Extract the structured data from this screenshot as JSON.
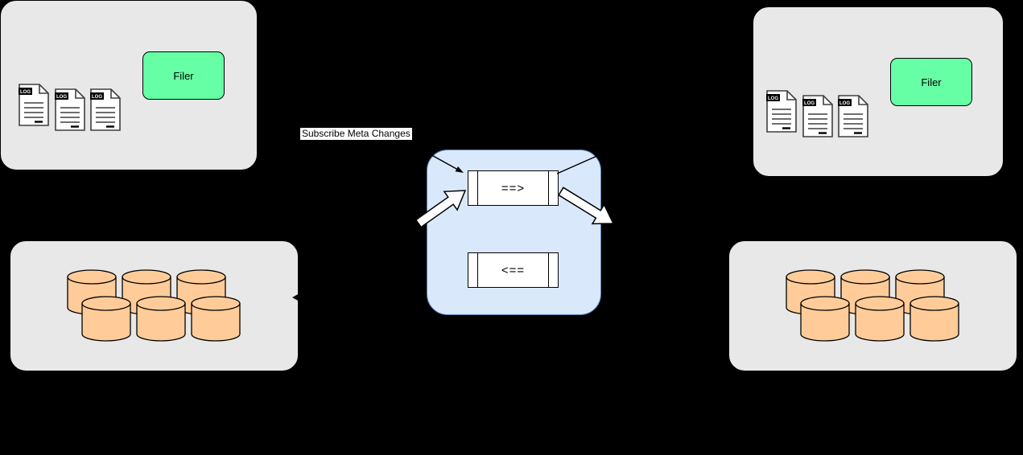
{
  "left_cluster": {
    "filer_label": "Filer",
    "logs": [
      "LOG",
      "LOG",
      "LOG"
    ]
  },
  "right_cluster": {
    "filer_label": "Filer",
    "logs": [
      "LOG",
      "LOG",
      "LOG"
    ]
  },
  "sync_box": {
    "forward_label": "==>",
    "backward_label": "<=="
  },
  "annotations": {
    "subscribe_label": "Subscribe Meta Changes"
  },
  "colors": {
    "page_bg": "#000000",
    "cluster_bg": "#E8E8E8",
    "filer_bg": "#66FFA6",
    "sync_bg": "#DAE8FC",
    "sync_border": "#5B82B5",
    "stream_bg": "#FFFFFF",
    "cylinder_fill": "#FFCC99",
    "outline": "#000000"
  }
}
